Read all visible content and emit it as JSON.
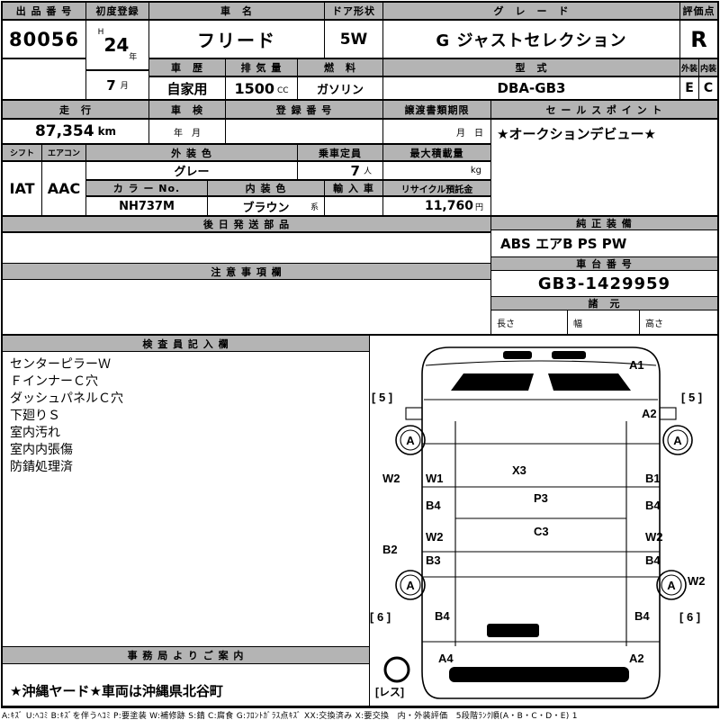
{
  "top": {
    "auction_no_label": "出 品 番 号",
    "auction_no": "80056",
    "first_reg_label": "初度登録",
    "first_reg_era": "H",
    "first_reg_year": "24",
    "first_reg_year_unit": "年",
    "first_reg_month": "7",
    "first_reg_month_unit": "月",
    "car_name_label": "車　名",
    "car_name": "フリード",
    "door_label": "ドア形状",
    "door": "5W",
    "grade_label": "グ　レ　ー　ド",
    "grade": "G ジャストセレクション",
    "score_label": "評価点",
    "score": "R",
    "history_label": "車　歴",
    "history": "自家用",
    "disp_label": "排 気 量",
    "disp": "1500",
    "disp_unit": "CC",
    "fuel_label": "燃　料",
    "fuel": "ガソリン",
    "model_label": "型　式",
    "model": "DBA-GB3",
    "ext_label": "外装",
    "int_label": "内装",
    "ext_score": "E",
    "int_score": "C"
  },
  "run": {
    "mileage_label": "走　行",
    "mileage": "87,354",
    "mileage_unit": "km",
    "shaken_label": "車　検",
    "shaken_value": "年　月",
    "reg_label": "登 録 番 号",
    "transfer_label": "譲渡書類期限",
    "transfer_value": "月　日",
    "sales_label": "セ ー ル ス ポ イ ン ト",
    "sales_text": "★オークションデビュー★"
  },
  "spec": {
    "shift_label": "シフト",
    "shift": "IAT",
    "aircon_label": "エアコン",
    "aircon": "AAC",
    "ext_color_label": "外 装 色",
    "ext_color": "グレー",
    "capacity_label": "乗車定員",
    "capacity": "7",
    "capacity_unit": "人",
    "load_label": "最大積載量",
    "load_unit": "kg",
    "color_no_label": "カ ラ ー No.",
    "color_no": "NH737M",
    "int_color_label": "内 装 色",
    "int_color": "ブラウン",
    "int_color_suffix": "系",
    "import_label": "輸 入 車",
    "recycle_label": "リサイクル預託金",
    "recycle": "11,760",
    "recycle_unit": "円",
    "parts_label": "後 日 発 送 部 品",
    "equip_label": "純 正 装 備",
    "equip": "ABS エアB PS PW",
    "caution_label": "注 意 事 項 欄",
    "chassis_label": "車 台 番 号",
    "chassis": "GB3-1429959",
    "dims_label": "諸　元",
    "length_label": "長さ",
    "width_label": "幅",
    "height_label": "高さ"
  },
  "inspector": {
    "label": "検 査 員 記 入 欄",
    "notes": [
      "センターピラーＷ",
      "ＦインナーＣ穴",
      "ダッシュパネルＣ穴",
      "下廻りＳ",
      "室内汚れ",
      "室内内張傷",
      "防錆処理済"
    ]
  },
  "office": {
    "label": "事 務 局 よ り ご 案 内",
    "text": "★沖縄ヤード★車両は沖縄県北谷町"
  },
  "diagram": {
    "markers": [
      {
        "label": "A1"
      },
      {
        "label": "A2"
      },
      {
        "label": "W2"
      },
      {
        "label": "W1"
      },
      {
        "label": "X3"
      },
      {
        "label": "B1"
      },
      {
        "label": "B4"
      },
      {
        "label": "P3"
      },
      {
        "label": "B4"
      },
      {
        "label": "W2"
      },
      {
        "label": "C3"
      },
      {
        "label": "W2"
      },
      {
        "label": "B2"
      },
      {
        "label": "B3"
      },
      {
        "label": "B4"
      },
      {
        "label": "W2"
      },
      {
        "label": "B4"
      },
      {
        "label": "B4"
      },
      {
        "label": "A4"
      },
      {
        "label": "A2"
      }
    ],
    "wheels": {
      "fl": "A",
      "fr": "A",
      "rl": "A",
      "rr": "A"
    },
    "tires": {
      "fl": "[ 5 ]",
      "fr": "[ 5 ]",
      "rl": "[ 6 ]",
      "rr": "[ 6 ]",
      "spare": "[レス]"
    }
  },
  "legend": "A:ｷｽﾞ U:ﾍｺﾐ B:ｷｽﾞを伴うﾍｺﾐ P:要塗装 W:補修跡 S:錆 C:腐食 G:ﾌﾛﾝﾄｶﾞﾗｽ点ｷｽﾞ XX:交換済み X:要交換　内・外装評価　5段階ﾗﾝｸ順(A・B・C・D・E) 1"
}
